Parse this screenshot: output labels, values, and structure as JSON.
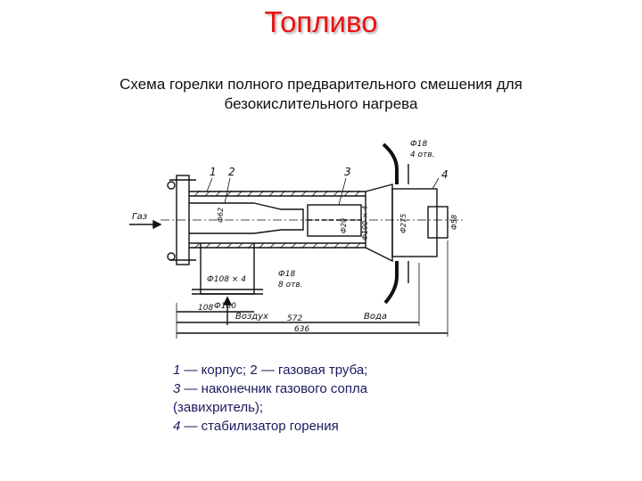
{
  "title": "Топливо",
  "subtitle_line1": "Схема горелки полного предварительного смешения для",
  "subtitle_line2": "безокислительного нагрева",
  "drawing": {
    "labels": {
      "part1": "1",
      "part2": "2",
      "part3": "3",
      "part4": "4",
      "gas": "Газ",
      "air": "Воздух",
      "water": "Вода",
      "d18_top": "Ф18",
      "d18_top_holes": "4 отв.",
      "d18_bottom": "Ф18",
      "d18_bottom_holes": "8 отв.",
      "d108": "Ф108 × 4",
      "d180": "Ф180",
      "d100_4": "Ф100 × 4",
      "d275": "Ф275",
      "d58": "Ф58",
      "d20": "Ф20",
      "d62": "Ф62",
      "dim_108": "108",
      "dim_572": "572",
      "dim_636": "636"
    }
  },
  "legend": [
    {
      "num": "1",
      "text": " — корпус; 2 — газовая труба;"
    },
    {
      "num": "3",
      "text": " — наконечник газового сопла"
    },
    {
      "num": "",
      "text": "(завихритель);"
    },
    {
      "num": "4",
      "text": " — стабилизатор горения"
    }
  ]
}
